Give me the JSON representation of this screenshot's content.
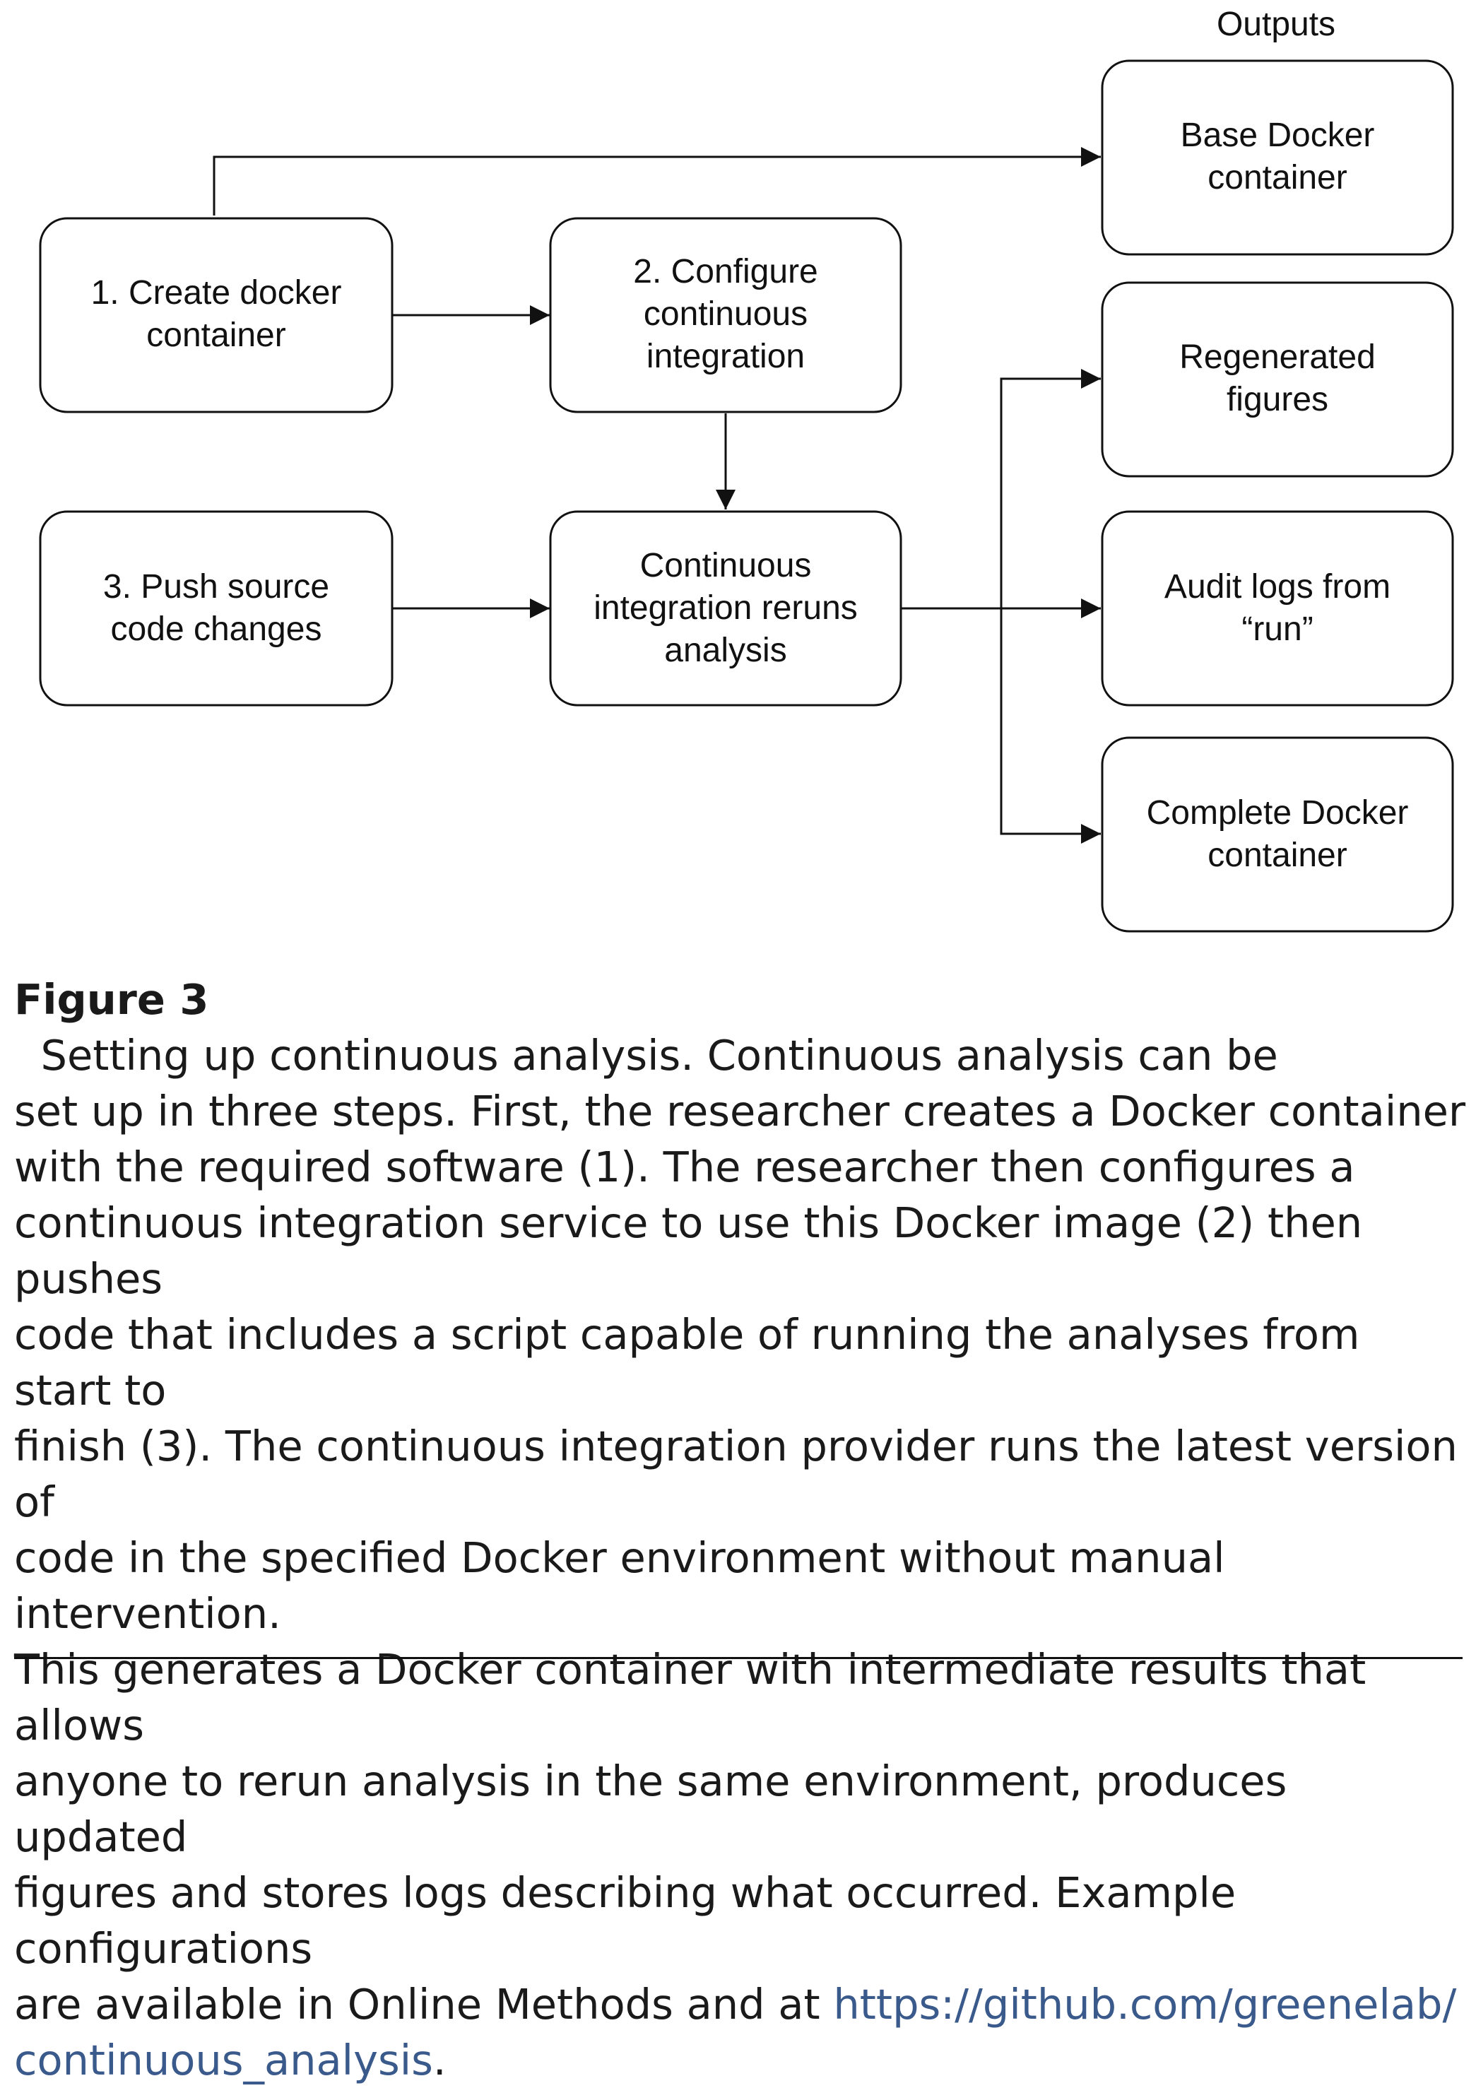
{
  "diagram": {
    "outputs_header": "Outputs",
    "nodes": {
      "create": [
        "1. Create docker",
        "container"
      ],
      "configure": [
        "2. Configure",
        "continuous",
        "integration"
      ],
      "push": [
        "3. Push source",
        "code changes"
      ],
      "rerun": [
        "Continuous",
        "integration reruns",
        "analysis"
      ],
      "base": [
        "Base Docker",
        "container"
      ],
      "figures": [
        "Regenerated",
        "figures"
      ],
      "logs": [
        "Audit logs from",
        "“run”"
      ],
      "complete": [
        "Complete Docker",
        "container"
      ]
    },
    "edges": [
      {
        "from": "create",
        "to": "base"
      },
      {
        "from": "create",
        "to": "configure"
      },
      {
        "from": "configure",
        "to": "rerun"
      },
      {
        "from": "push",
        "to": "rerun"
      },
      {
        "from": "rerun",
        "to": "figures"
      },
      {
        "from": "rerun",
        "to": "logs"
      },
      {
        "from": "rerun",
        "to": "complete"
      }
    ]
  },
  "caption": {
    "label": "Figure 3",
    "lines": [
      "  Setting up continuous analysis. Continuous analysis can be",
      "set up in three steps. First, the researcher creates a Docker container",
      "with the required software (1). The researcher then configures a",
      "continuous integration service to use this Docker image (2) then pushes",
      "code that includes a script capable of running the analyses from start to",
      "finish (3). The continuous integration provider runs the latest version of",
      "code in the specified Docker environment without manual intervention.",
      "This generates a Docker container with intermediate results that allows",
      "anyone to rerun analysis in the same environment, produces updated",
      "figures and stores logs describing what occurred. Example configurations",
      "are available in Online Methods and at "
    ],
    "link_part1": "https://github.com/greenelab/",
    "link_part2": "continuous_analysis",
    "end": "."
  }
}
